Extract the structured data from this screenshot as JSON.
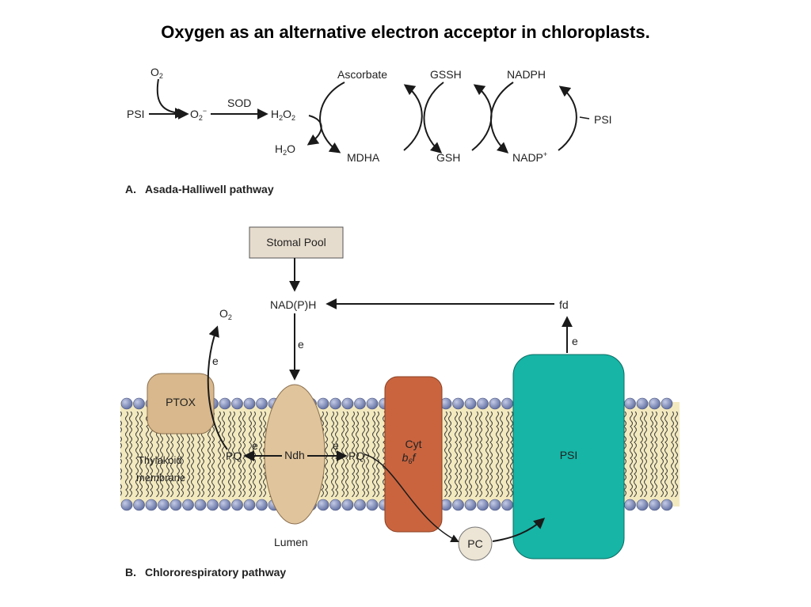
{
  "title": "Oxygen as an alternative electron acceptor in chloroplasts.",
  "panel_a": {
    "caption_letter": "A.",
    "caption": "Asada-Halliwell pathway",
    "labels": {
      "o2": "O",
      "o2_sub": "2",
      "psi_left": "PSI",
      "superoxide": "O",
      "superoxide_sub": "2",
      "superoxide_sup": "−",
      "sod": "SOD",
      "h2o2_a": "H",
      "h2o2_sub1": "2",
      "h2o2_b": "O",
      "h2o2_sub2": "2",
      "h2o_a": "H",
      "h2o_sub": "2",
      "h2o_b": "O",
      "ascorbate": "Ascorbate",
      "mdha": "MDHA",
      "gssh": "GSSH",
      "gsh": "GSH",
      "nadph": "NADPH",
      "nadp_plus": "NADP",
      "nadp_sup": "+",
      "psi_right": "PSI"
    }
  },
  "panel_b": {
    "caption_letter": "B.",
    "caption": "Chlororespiratory pathway",
    "labels": {
      "stromal_pool": "Stomal Pool",
      "nadph": "NAD(P)H",
      "fd": "fd",
      "o2": "O",
      "o2_sub": "2",
      "e_ptox": "e",
      "e_ndh": "e",
      "e_fd": "e",
      "e_left": "e",
      "e_right": "e",
      "ptox": "PTOX",
      "pq_left": "PQ",
      "ndh": "Ndh",
      "pq_right": "PQ",
      "cyt": "Cyt",
      "cyt_b": "b",
      "cyt_b_sub": "6",
      "cyt_f": "f",
      "psi": "PSI",
      "pc": "PC",
      "thylakoid_1": "Thylakoid",
      "thylakoid_2": "membrane",
      "lumen": "Lumen"
    }
  },
  "colors": {
    "membrane_fill": "#f3e9bf",
    "lipid_head": "#7d8ab8",
    "ptox": "#d8b88c",
    "ndh": "#e0c49c",
    "cyt": "#c9643f",
    "psi": "#16b5a6",
    "pc": "#ece4d4",
    "stromal_box": "#e6dccd"
  }
}
